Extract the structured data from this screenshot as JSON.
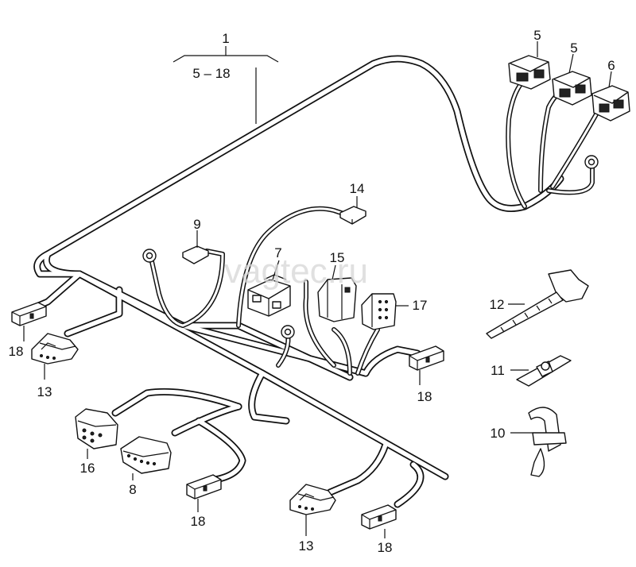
{
  "watermark": "vagtec.ru",
  "callouts": {
    "c1": "1",
    "c1_range": "5 – 18",
    "c5a": "5",
    "c5b": "5",
    "c6": "6",
    "c7": "7",
    "c8": "8",
    "c9": "9",
    "c10": "10",
    "c11": "11",
    "c12": "12",
    "c13a": "13",
    "c13b": "13",
    "c14": "14",
    "c15": "15",
    "c16": "16",
    "c17": "17",
    "c18a": "18",
    "c18b": "18",
    "c18c": "18",
    "c18d": "18"
  }
}
